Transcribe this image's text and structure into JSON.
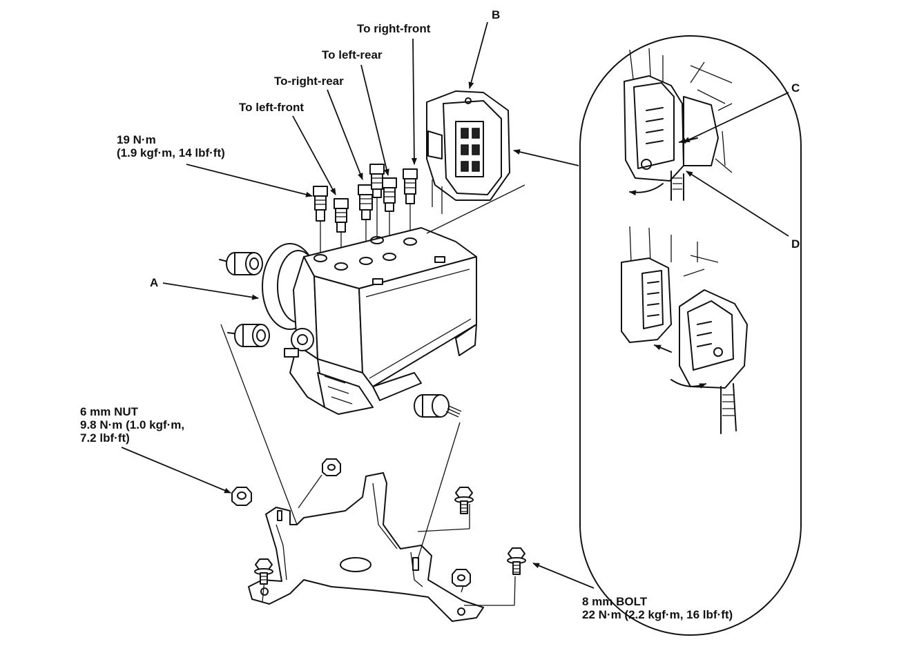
{
  "labels": {
    "to_right_front": "To right-front",
    "to_left_rear": "To left-rear",
    "to_right_rear": "To-right-rear",
    "to_left_front": "To left-front",
    "torque_19_line1": "19 N·m",
    "torque_19_line2": "(1.9 kgf·m, 14 lbf·ft)",
    "nut_line1": "6 mm NUT",
    "nut_line2": "9.8 N·m (1.0 kgf·m,",
    "nut_line3": "7.2 lbf·ft)",
    "bolt_line1": "8 mm BOLT",
    "bolt_line2": "22 N·m (2.2 kgf·m, 16 lbf·ft)",
    "callout_a": "A",
    "callout_b": "B",
    "callout_c": "C",
    "callout_d": "D"
  },
  "icons": {
    "brake_line_fitting": "brake-line-fitting-icon",
    "modulator_unit": "abs-modulator-icon",
    "mount_grommet": "rubber-mount-icon",
    "bracket": "mounting-bracket-icon",
    "bolt": "bolt-icon",
    "nut": "nut-icon",
    "connector_detail": "connector-detail-icon",
    "rotate_arrow": "rotate-arrow-icon",
    "push_arrow": "push-arrow-icon"
  }
}
